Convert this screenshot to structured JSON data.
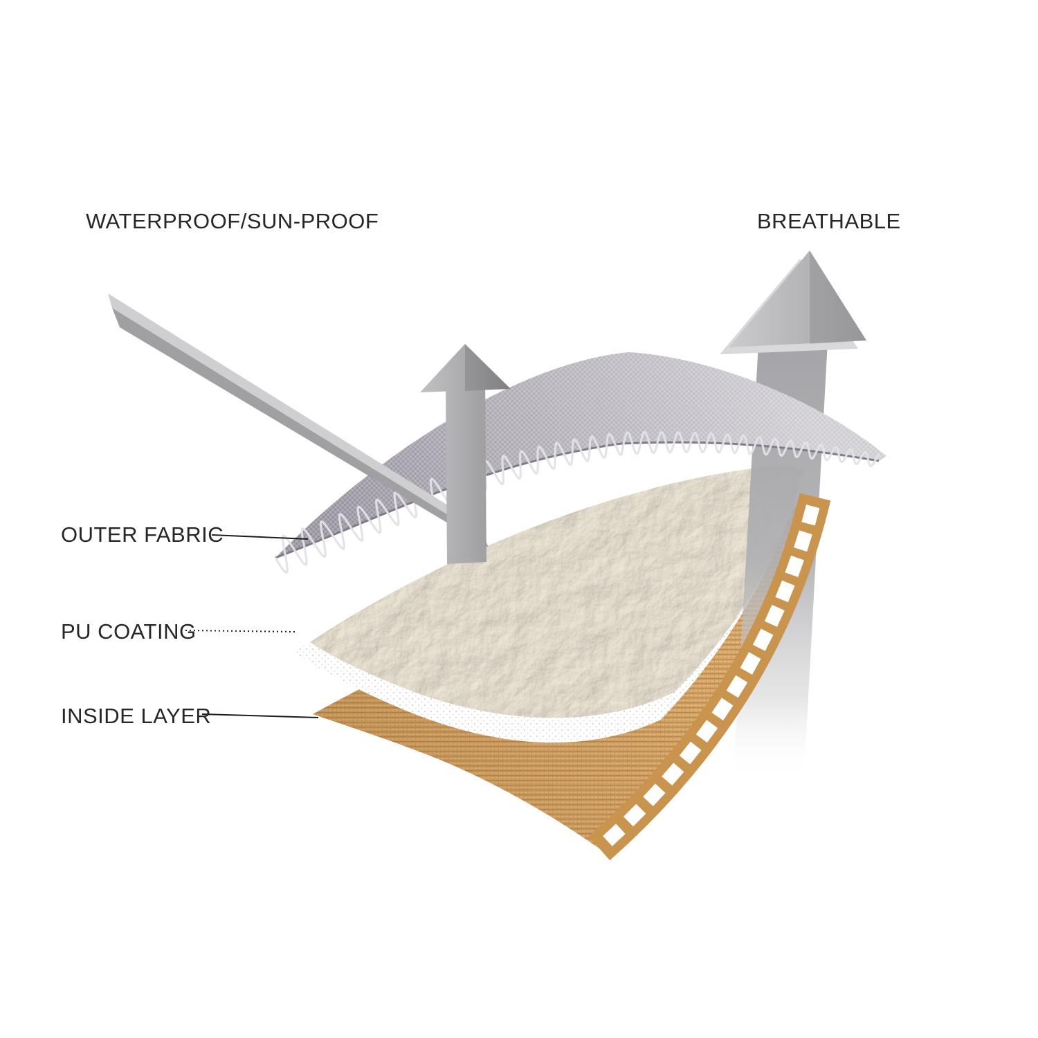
{
  "diagram": {
    "title": "Fabric layer structure diagram",
    "labels": {
      "waterproof": "WATERPROOF/SUN-PROOF",
      "breathable": "BREATHABLE",
      "outer_fabric": "OUTER FABRIC",
      "pu_coating": "PU COATING",
      "inside_layer": "INSIDE LAYER"
    },
    "layers": [
      {
        "name": "outer-fabric",
        "description": "gray knit mesh top sheet",
        "color": "#a5a1ac"
      },
      {
        "name": "pu-coating",
        "description": "white dotted membrane with fleece face",
        "color": "#efe7d6"
      },
      {
        "name": "inside-layer",
        "description": "tan woven sheet with ladder edge",
        "color": "#d9a86c"
      }
    ],
    "arrows": [
      {
        "name": "rain-beam",
        "meaning": "water/sun deflected off outer fabric"
      },
      {
        "name": "reflect-arrow",
        "meaning": "bounce back up"
      },
      {
        "name": "breathable-arrow",
        "meaning": "air passes up through layers"
      }
    ],
    "colors": {
      "background": "#ffffff",
      "text": "#262626",
      "leader_line": "#1c1c1c",
      "arrow_gray": "#a8a8ab",
      "mesh_gray": "#a5a1ac",
      "mesh_edge": "#7f7b88",
      "wave": "#e3e1e6",
      "fleece_cream": "#efe7d6",
      "pu_white": "#ffffff",
      "tan": "#d9a86c",
      "tan_band": "#c9944e"
    }
  }
}
